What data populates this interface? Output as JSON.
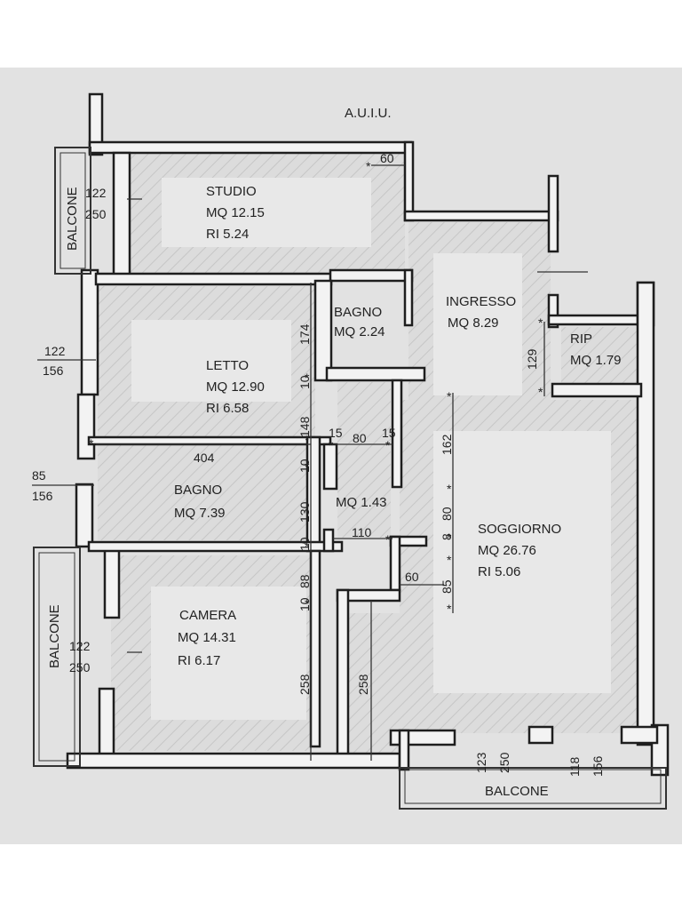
{
  "header": {
    "label": "A.U.I.U."
  },
  "rooms": {
    "studio": {
      "name": "STUDIO",
      "area": "MQ 12.15",
      "ri": "RI 5.24"
    },
    "bagno_small": {
      "name": "BAGNO",
      "area": "MQ 2.24"
    },
    "ingresso": {
      "name": "INGRESSO",
      "area": "MQ 8.29"
    },
    "rip": {
      "name": "RIP",
      "area": "MQ 1.79"
    },
    "letto": {
      "name": "LETTO",
      "area": "MQ 12.90",
      "ri": "RI 6.58"
    },
    "bagno_large": {
      "name": "BAGNO",
      "area": "MQ 7.39"
    },
    "wc": {
      "area": "MQ 1.43"
    },
    "soggiorno": {
      "name": "SOGGIORNO",
      "area": "MQ 26.76",
      "ri": "RI 5.06"
    },
    "camera": {
      "name": "CAMERA",
      "area": "MQ 14.31",
      "ri": "RI  6.17"
    }
  },
  "balconies": {
    "top_left": {
      "label": "BALCONE",
      "w": "122",
      "h": "250"
    },
    "bottom_left": {
      "label": "BALCONE",
      "w": "122",
      "h": "250"
    },
    "bottom": {
      "label": "BALCONE",
      "a1": "123",
      "a2": "250",
      "b1": "118",
      "b2": "156"
    }
  },
  "windows": {
    "letto": {
      "w": "122",
      "h": "156"
    },
    "bagno": {
      "w": "85",
      "h": "156"
    }
  },
  "dimensions": {
    "d60_top": "60",
    "d174": "174",
    "d129": "129",
    "d10_a": "10",
    "d148": "148",
    "d15_a": "15",
    "d80_h": "80",
    "d15_b": "15",
    "d162": "162",
    "d404": "404",
    "d10_b": "10",
    "d130": "130",
    "d110": "110",
    "d80_v": "80",
    "d8": "8",
    "d10_c": "10",
    "d88": "88",
    "d60_mid": "60",
    "d85": "85",
    "d10_d": "10",
    "d258_a": "258",
    "d258_b": "258"
  }
}
